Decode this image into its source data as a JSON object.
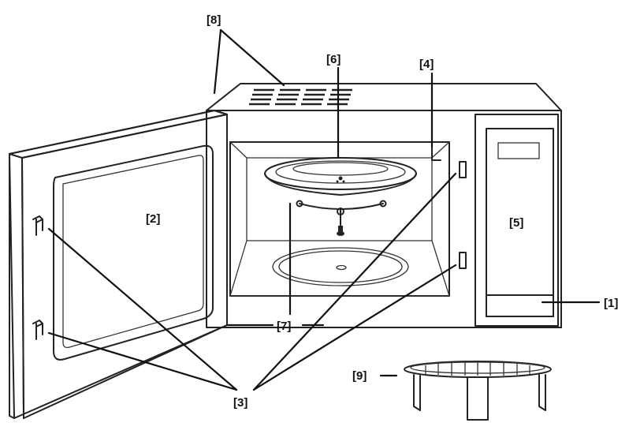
{
  "labels": {
    "l1": "[1]",
    "l2": "[2]",
    "l3": "[3]",
    "l4": "[4]",
    "l5": "[5]",
    "l6": "[6]",
    "l7": "[7]",
    "l8": "[8]",
    "l9": "[9]"
  }
}
